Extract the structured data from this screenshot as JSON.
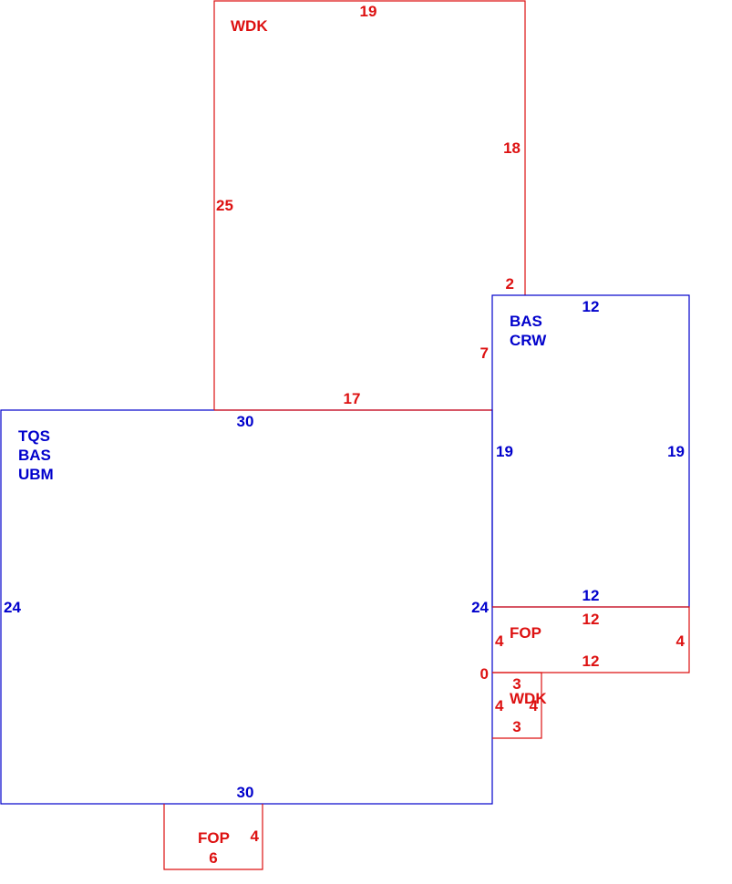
{
  "colors": {
    "blue": "#0000cc",
    "red": "#dd1111",
    "background": "#ffffff"
  },
  "areas": {
    "main_house": {
      "codes": [
        "TQS",
        "BAS",
        "UBM"
      ],
      "top_dim": "30",
      "bottom_dim": "30",
      "left_dim": "24",
      "right_dim": "24"
    },
    "wood_deck_north": {
      "code": "WDK",
      "top_dim": "19",
      "right_upper_dim": "18",
      "left_dim": "25",
      "right_lower_dim": "2",
      "bottom_dim": "17",
      "step_dim": "7"
    },
    "crawl_addition": {
      "codes": [
        "BAS",
        "CRW"
      ],
      "top_dim": "12",
      "bottom_dim": "12",
      "left_dim": "19",
      "right_dim": "19"
    },
    "front_porch_east": {
      "code": "FOP",
      "top_dim": "12",
      "bottom_dim": "12",
      "left_dim": "4",
      "right_dim": "4",
      "offset_dim": "0"
    },
    "wood_deck_small": {
      "code": "WDK",
      "top_dim": "3",
      "bottom_dim": "3",
      "left_dim": "4",
      "right_dim": "4"
    },
    "front_porch_south": {
      "code": "FOP",
      "bottom_dim": "6",
      "right_dim": "4"
    }
  }
}
